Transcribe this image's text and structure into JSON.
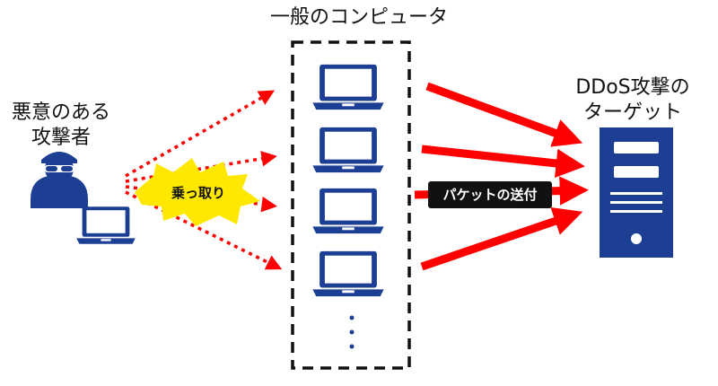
{
  "labels": {
    "computers": "一般のコンピュータ",
    "attacker_line1": "悪意のある",
    "attacker_line2": "攻撃者",
    "target_line1": "DDoS攻撃の",
    "target_line2": "ターゲット",
    "hijack": "乗っ取り",
    "send_packets": "パケットの送付"
  },
  "icons": {
    "attacker": "hacker-icon",
    "attacker_laptop": "laptop-icon",
    "computer": "laptop-icon",
    "target": "server-icon",
    "more": "vertical-ellipsis-icon"
  },
  "colors": {
    "arrow": "#ff0000",
    "icon_blue": "#1c3f94",
    "burst": "#ffe800",
    "badge_bg": "#111111",
    "border": "#111111"
  }
}
